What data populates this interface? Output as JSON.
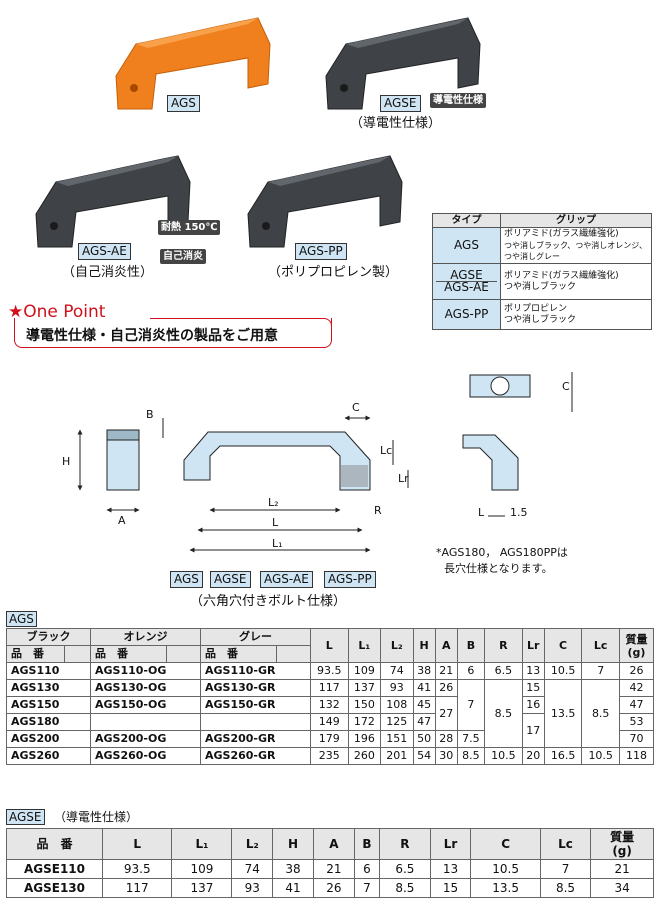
{
  "products": {
    "ags": {
      "label": "AGS"
    },
    "agse": {
      "label": "AGSE",
      "badge": "導電性仕様",
      "caption": "（導電性仕様）"
    },
    "agsae": {
      "label": "AGS-AE",
      "caption": "（自己消炎性）",
      "badge_temp": "耐熱 150℃",
      "badge_fire": "自己消炎"
    },
    "agspp": {
      "label": "AGS-PP",
      "caption": "（ポリプロピレン製）"
    }
  },
  "one_point": {
    "title": "★One Point",
    "text": "導電性仕様・自己消炎性の製品をご用意"
  },
  "grip_table": {
    "headers": [
      "タイプ",
      "グリップ"
    ],
    "rows": [
      {
        "types": [
          "AGS"
        ],
        "lines": [
          "ポリアミド(ガラス繊維強化)",
          "つや消しブラック、つや消しオレンジ、つや消しグレー"
        ]
      },
      {
        "types": [
          "AGSE",
          "AGS-AE"
        ],
        "lines": [
          "ポリアミド(ガラス繊維強化)",
          "つや消しブラック"
        ]
      },
      {
        "types": [
          "AGS-PP"
        ],
        "lines": [
          "ポリプロピレン",
          "つや消しブラック"
        ]
      }
    ]
  },
  "drawing": {
    "dims": {
      "B": "B",
      "H": "H",
      "A": "A",
      "C": "C",
      "Lc": "Lc",
      "Lr": "Lr",
      "R": "R",
      "L2": "L₂",
      "L": "L",
      "L1": "L₁",
      "thk": "1.5"
    },
    "note1": "*AGS180，  AGS180PPは",
    "note2": "長穴仕様となります。",
    "types": [
      "AGS",
      "AGSE",
      "AGS-AE",
      "AGS-PP"
    ],
    "caption": "（六角穴付きボルト仕様）"
  },
  "ags_table": {
    "tag": "AGS",
    "colors": [
      "ブラック",
      "オレンジ",
      "グレー"
    ],
    "part": "品　番",
    "dims": [
      "L",
      "L₁",
      "L₂",
      "H",
      "A",
      "B",
      "R",
      "Lr",
      "C",
      "Lc"
    ],
    "mass": "質量\n(g)",
    "rows": [
      {
        "bk": "AGS110",
        "og": "AGS110-OG",
        "gr": "AGS110-GR",
        "L": "93.5",
        "L1": "109",
        "L2": "74",
        "H": "38",
        "A": "21",
        "m": "26"
      },
      {
        "bk": "AGS130",
        "og": "AGS130-OG",
        "gr": "AGS130-GR",
        "L": "117",
        "L1": "137",
        "L2": "93",
        "H": "41",
        "A": "26",
        "m": "42"
      },
      {
        "bk": "AGS150",
        "og": "AGS150-OG",
        "gr": "AGS150-GR",
        "L": "132",
        "L1": "150",
        "L2": "108",
        "H": "45",
        "A": "",
        "m": "47"
      },
      {
        "bk": "AGS180",
        "og": "",
        "gr": "",
        "L": "149",
        "L1": "172",
        "L2": "125",
        "H": "47",
        "A": "",
        "m": "53"
      },
      {
        "bk": "AGS200",
        "og": "AGS200-OG",
        "gr": "AGS200-GR",
        "L": "179",
        "L1": "196",
        "L2": "151",
        "H": "50",
        "A": "28",
        "m": "70"
      },
      {
        "bk": "AGS260",
        "og": "AGS260-OG",
        "gr": "AGS260-GR",
        "L": "235",
        "L1": "260",
        "L2": "201",
        "H": "54",
        "A": "30",
        "m": "118"
      }
    ],
    "merged": {
      "A27": "27",
      "B6": "6",
      "B7": "7",
      "B75": "7.5",
      "B85": "8.5",
      "R65": "6.5",
      "R85": "8.5",
      "R105": "10.5",
      "Lr13": "13",
      "Lr15": "15",
      "Lr16": "16",
      "Lr17": "17",
      "Lr20": "20",
      "C105": "10.5",
      "C135": "13.5",
      "C165": "16.5",
      "Lc7": "7",
      "Lc85": "8.5",
      "Lc105": "10.5"
    }
  },
  "agse_table": {
    "tag": "AGSE",
    "caption": "（導電性仕様）",
    "headers": [
      "品　番",
      "L",
      "L₁",
      "L₂",
      "H",
      "A",
      "B",
      "R",
      "Lr",
      "C",
      "Lc",
      "質量\n(g)"
    ],
    "rows": [
      [
        "AGSE110",
        "93.5",
        "109",
        "74",
        "38",
        "21",
        "6",
        "6.5",
        "13",
        "10.5",
        "7",
        "21"
      ],
      [
        "AGSE130",
        "117",
        "137",
        "93",
        "41",
        "26",
        "7",
        "8.5",
        "15",
        "13.5",
        "8.5",
        "34"
      ]
    ]
  },
  "colors": {
    "orange": "#f07f1e",
    "dark": "#3f4347",
    "blue": "#cfe5f4",
    "red": "#d0101b"
  }
}
